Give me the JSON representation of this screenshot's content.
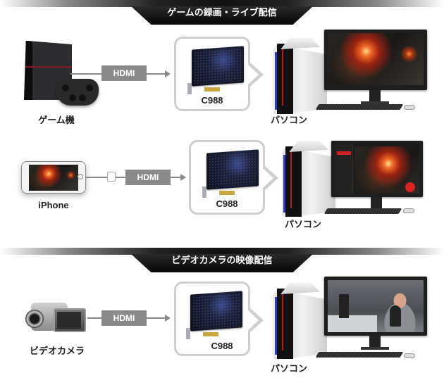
{
  "sections": [
    {
      "title": "ゲームの録画・ライブ配信",
      "rows": [
        {
          "source": {
            "label": "ゲーム機",
            "icon": "game-console-icon"
          },
          "connection": "HDMI",
          "device": {
            "label": "C988",
            "icon": "capture-card-icon"
          },
          "target": {
            "label": "パソコン",
            "icon": "pc-icon",
            "screen": "game-screen"
          }
        },
        {
          "source": {
            "label": "iPhone",
            "icon": "smartphone-icon"
          },
          "connection": "HDMI",
          "device": {
            "label": "C988",
            "icon": "capture-card-icon"
          },
          "target": {
            "label": "パソコン",
            "icon": "pc-icon",
            "screen": "recording-app-screen"
          }
        }
      ]
    },
    {
      "title": "ビデオカメラの映像配信",
      "rows": [
        {
          "source": {
            "label": "ビデオカメラ",
            "icon": "camcorder-icon"
          },
          "connection": "HDMI",
          "device": {
            "label": "C988",
            "icon": "capture-card-icon"
          },
          "target": {
            "label": "パソコン",
            "icon": "pc-icon",
            "screen": "streamer-screen"
          }
        }
      ]
    }
  ],
  "colors": {
    "banner_bg": "#111111",
    "banner_text": "#ffffff",
    "hdmi_box": "#8a8a8a",
    "callout_border": "#cfcfcf",
    "pc_accent_red": "#c01818",
    "pc_accent_blue": "#2a3cc8"
  }
}
